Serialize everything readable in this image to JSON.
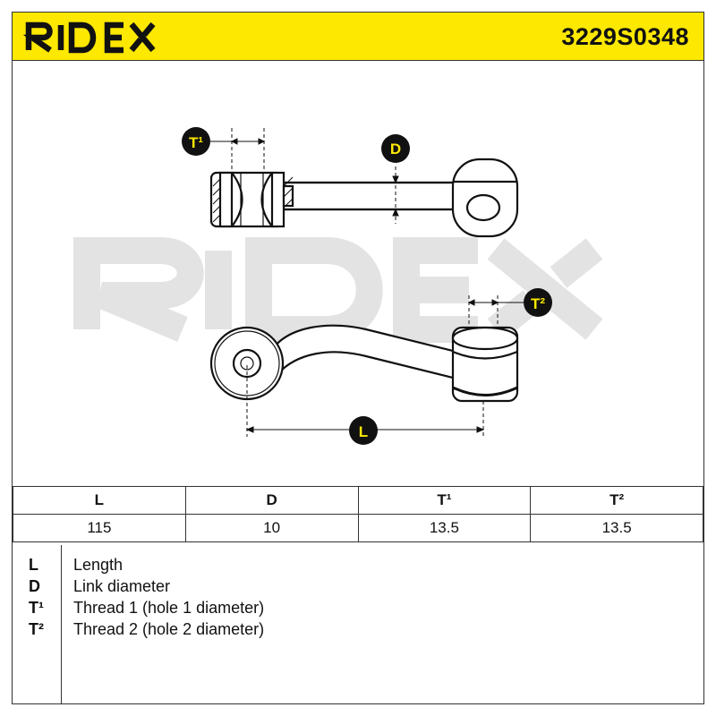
{
  "brand": "RIDEX",
  "part_number": "3229S0348",
  "colors": {
    "header_bg": "#fce800",
    "line": "#111111",
    "watermark": "#e3e3e3",
    "badge_bg": "#111111",
    "badge_fg": "#fce800"
  },
  "diagram": {
    "watermark": "RIDEX",
    "labels": {
      "t1": "T¹",
      "d": "D",
      "t2": "T²",
      "l": "L"
    }
  },
  "specs": {
    "headers": [
      "L",
      "D",
      "T¹",
      "T²"
    ],
    "values": [
      "115",
      "10",
      "13.5",
      "13.5"
    ]
  },
  "legend": [
    {
      "key": "L",
      "text": "Length"
    },
    {
      "key": "D",
      "text": "Link diameter"
    },
    {
      "key": "T¹",
      "text": "Thread 1 (hole 1 diameter)"
    },
    {
      "key": "T²",
      "text": "Thread 2 (hole 2 diameter)"
    }
  ]
}
